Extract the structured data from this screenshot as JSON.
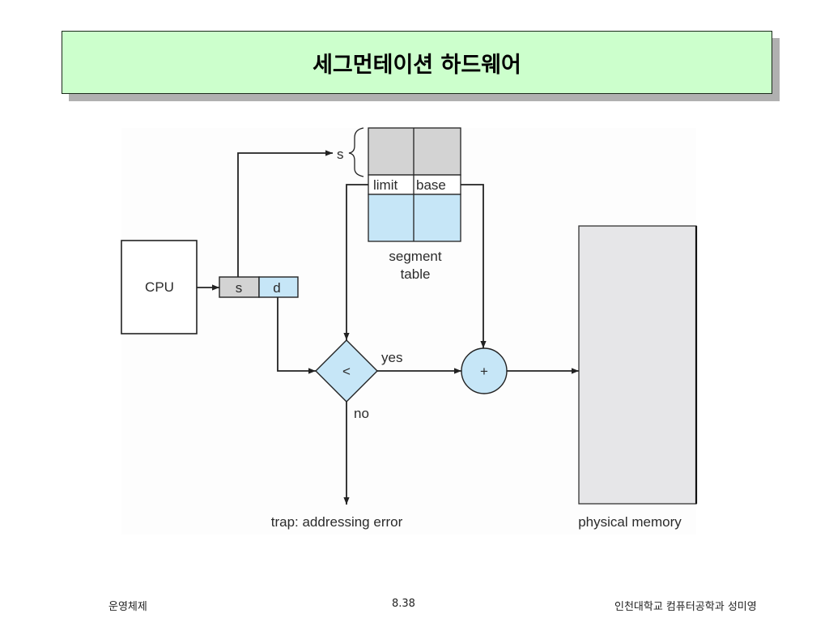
{
  "slide": {
    "title": "세그먼테이션 하드웨어",
    "title_bg_color": "#ccffcc"
  },
  "diagram": {
    "cpu_label": "CPU",
    "logical_address": {
      "segment_label": "s",
      "offset_label": "d"
    },
    "segment_index_label": "s",
    "segment_table": {
      "limit_label": "limit",
      "base_label": "base",
      "caption_line1": "segment",
      "caption_line2": "table"
    },
    "comparator": {
      "symbol": "<",
      "yes_label": "yes",
      "no_label": "no"
    },
    "adder": {
      "symbol": "+"
    },
    "trap_label": "trap: addressing error",
    "memory_label": "physical memory",
    "colors": {
      "gray_cell": "#d3d3d3",
      "blue_cell": "#c6e6f7",
      "memory_fill": "#e6e6e8",
      "line": "#222222"
    }
  },
  "footer": {
    "course": "운영체제",
    "page": "8.38",
    "author": "인천대학교 컴퓨터공학과 성미영"
  }
}
